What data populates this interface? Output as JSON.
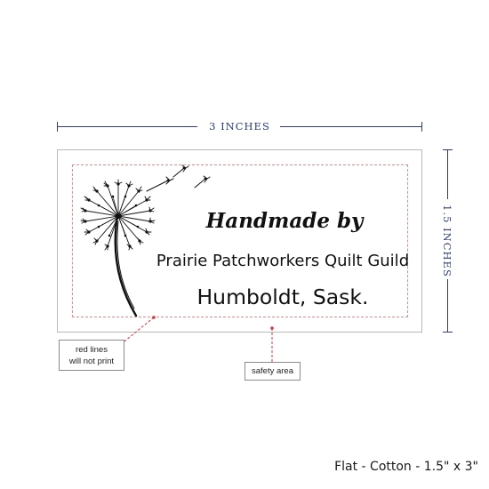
{
  "dimensions": {
    "width_label": "3 INCHES",
    "height_label": "1.5 INCHES"
  },
  "label": {
    "line1": "Handmade by",
    "line2": "Prairie Patchworkers Quilt Guild",
    "line3": "Humboldt, Sask.",
    "graphic_icon": "dandelion-icon"
  },
  "callouts": {
    "red_lines_note": "red lines\nwill not print",
    "safety_area": "safety area"
  },
  "footer": {
    "product_info": "Flat - Cotton - 1.5\" x 3\""
  },
  "colors": {
    "dimension": "#2c3c78",
    "safety_line": "#e48a8a",
    "callout_leader": "#d9363e"
  }
}
